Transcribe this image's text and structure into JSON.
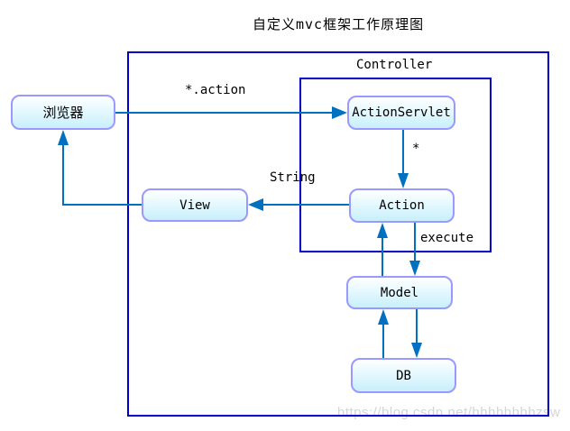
{
  "title": "自定义mvc框架工作原理图",
  "controller_group_label": "Controller",
  "nodes": {
    "browser": {
      "label": "浏览器"
    },
    "actionservlet": {
      "label": "ActionServlet"
    },
    "action": {
      "label": "Action"
    },
    "view": {
      "label": "View"
    },
    "model": {
      "label": "Model"
    },
    "db": {
      "label": "DB"
    }
  },
  "edges": {
    "browser_to_actionservlet": {
      "label": "*.action"
    },
    "actionservlet_to_action": {
      "label": "*"
    },
    "action_to_view": {
      "label": "String"
    },
    "action_to_model": {
      "label": "execute"
    }
  },
  "watermark": "https://blog.csdn.net/hhhhhhhhzsw",
  "colors": {
    "frame_border": "#0000cc",
    "connector": "#0070c0",
    "node_border": "#9999ff",
    "node_fill_bottom": "#c8effb",
    "watermark_text": "#d5d5d5",
    "text": "#000000"
  }
}
